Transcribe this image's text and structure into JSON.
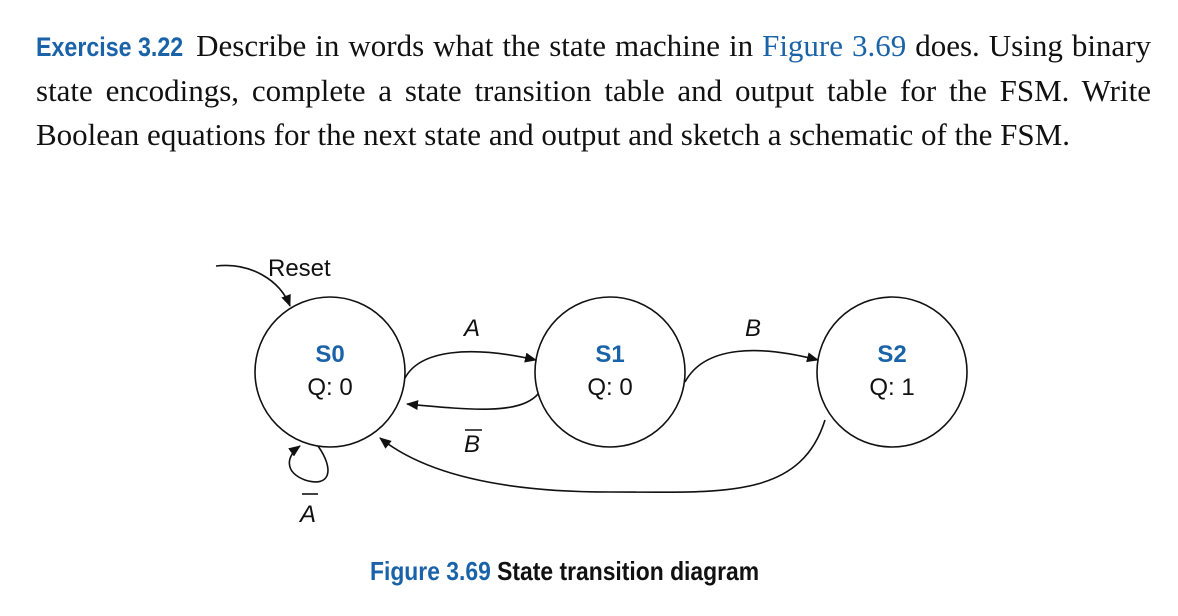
{
  "exercise": {
    "number": "Exercise 3.22",
    "text_before_ref": "Describe in words what the state machine in ",
    "figure_ref": "Figure 3.69",
    "text_after_ref": " does. Using binary state encodings, complete a state transition table and output table for the FSM. Write Boolean equations for the next state and output and sketch a schematic of the FSM."
  },
  "diagram": {
    "reset_label": "Reset",
    "states": [
      {
        "name": "S0",
        "output": "Q: 0"
      },
      {
        "name": "S1",
        "output": "Q: 0"
      },
      {
        "name": "S2",
        "output": "Q: 1"
      }
    ],
    "transitions": {
      "s0_to_s1": "A",
      "s1_to_s0": "B",
      "s1_to_s2": "B",
      "s0_self": "A"
    }
  },
  "caption": {
    "number": "Figure 3.69",
    "text": "State transition diagram"
  }
}
